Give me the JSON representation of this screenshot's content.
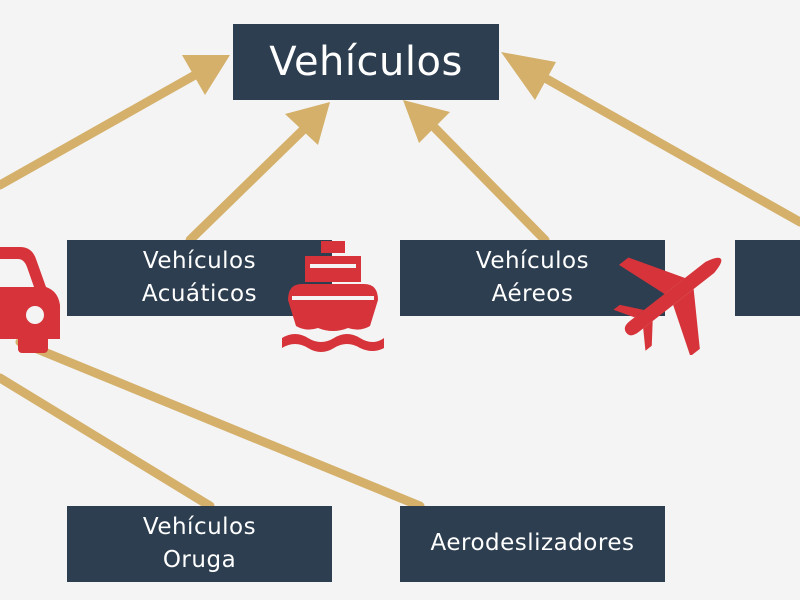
{
  "root": {
    "label": "Vehículos"
  },
  "nodes": {
    "acuaticos": {
      "line1": "Vehículos",
      "line2": "Acuáticos"
    },
    "aereos": {
      "line1": "Vehículos",
      "line2": "Aéreos"
    },
    "oruga": {
      "line1": "Vehículos",
      "line2": "Oruga"
    },
    "aerodeslizadores": {
      "label": "Aerodeslizadores"
    },
    "partial_right": {
      "label": ""
    }
  },
  "colors": {
    "node_fill": "#2c3e50",
    "node_text": "#ffffff",
    "arrow": "#d4b06a",
    "icon": "#d6343a",
    "background": "#f4f4f4"
  },
  "icons": [
    "car-icon",
    "ship-icon",
    "airplane-icon"
  ]
}
